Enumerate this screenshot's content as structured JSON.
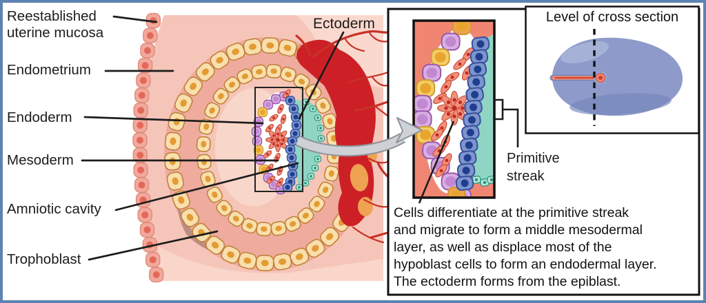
{
  "figure": {
    "left_labels": [
      {
        "id": "reestablished-uterine-mucosa",
        "label": "Reestablished\nuterine mucosa"
      },
      {
        "id": "endometrium",
        "label": "Endometrium"
      },
      {
        "id": "endoderm",
        "label": "Endoderm"
      },
      {
        "id": "mesoderm",
        "label": "Mesoderm"
      },
      {
        "id": "amniotic-cavity",
        "label": "Amniotic cavity"
      },
      {
        "id": "trophoblast",
        "label": "Trophoblast"
      }
    ],
    "ectoderm_label": "Ectoderm",
    "inset": {
      "primitive_streak_label": "Primitive\nstreak",
      "caption": "Cells differentiate at the primitive streak\nand migrate to form a middle mesodermal\nlayer, as well as displace most of the\nhypoblast cells to form an endodermal layer.\nThe ectoderm forms from the epiblast."
    },
    "cross_section": {
      "title": "Level of cross section"
    }
  },
  "palette": {
    "frame_blue": "#5d83b2",
    "ink": "#1c1c1c",
    "endometrium_pink": "#f6c5b9",
    "endometrium_light": "#fad8cd",
    "embryo_salmon": "#eeab9e",
    "embryo_inner": "#f5c5b8",
    "embryo_core": "#f8d7ca",
    "decidua_brown": "#bc8d80",
    "mucosa_fill": "#f2a89b",
    "mucosa_line": "#dd8b7c",
    "mucosa_nucleus": "#e2695a",
    "troph_fill": "#f8dfad",
    "troph_line": "#c2803a",
    "troph_nucleus": "#e39b33",
    "blood_red": "#cd2026",
    "vessel_red": "#c73227",
    "islet_orange": "#efa251",
    "purple_fill": "#d7b0e0",
    "purple_line": "#9c55ae",
    "purple_nucleus": "#c288d2",
    "yellow_fill": "#f3cd65",
    "yellow_line": "#d29a2f",
    "yellow_nucleus": "#e9a42e",
    "blue_fill": "#7e95cc",
    "blue_line": "#36509e",
    "blue_nucleus": "#1f3e90",
    "teal_bg": "#90d5c3",
    "teal_fill": "#c4ebdd",
    "teal_line": "#2f9c85",
    "spindle_fill": "#f1907b",
    "spindle_line": "#c94b35",
    "spindle_dot": "#c32921",
    "inset_bg": "#f08672",
    "egg_fill": "#8e9bca",
    "egg_hi": "#aab5da",
    "egg_shadow": "#7785ba",
    "streak_salmon": "#ee8672",
    "streak_red": "#cf3a2b",
    "arrow_fill": "#ced1d6",
    "arrow_line": "#8e939b",
    "box_line": "#111111"
  }
}
